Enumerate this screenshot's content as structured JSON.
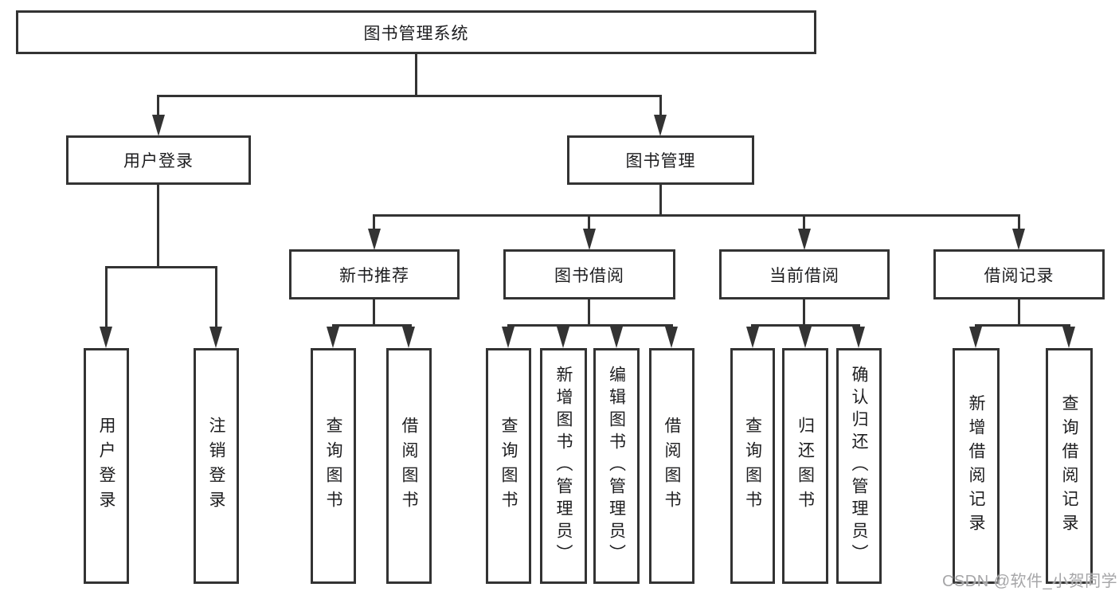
{
  "diagram": {
    "root": {
      "label": "图书管理系统"
    },
    "branches": [
      {
        "label": "用户登录",
        "children": [
          {
            "label": "用户登录"
          },
          {
            "label": "注销登录"
          }
        ]
      },
      {
        "label": "图书管理",
        "children": [
          {
            "label": "新书推荐",
            "children": [
              {
                "label": "查询图书"
              },
              {
                "label": "借阅图书"
              }
            ]
          },
          {
            "label": "图书借阅",
            "children": [
              {
                "label": "查询图书"
              },
              {
                "label": "新增图书（管理员）"
              },
              {
                "label": "编辑图书（管理员）"
              },
              {
                "label": "借阅图书"
              }
            ]
          },
          {
            "label": "当前借阅",
            "children": [
              {
                "label": "查询图书"
              },
              {
                "label": "归还图书"
              },
              {
                "label": "确认归还（管理员）"
              }
            ]
          },
          {
            "label": "借阅记录",
            "children": [
              {
                "label": "新增借阅记录"
              },
              {
                "label": "查询借阅记录"
              }
            ]
          }
        ]
      }
    ]
  },
  "watermark": {
    "text": "CSDN @软件_小贺同学"
  },
  "colors": {
    "line": "#333333",
    "text": "#1d1d1f",
    "bg": "#ffffff",
    "watermark": "#a6a6a8"
  }
}
